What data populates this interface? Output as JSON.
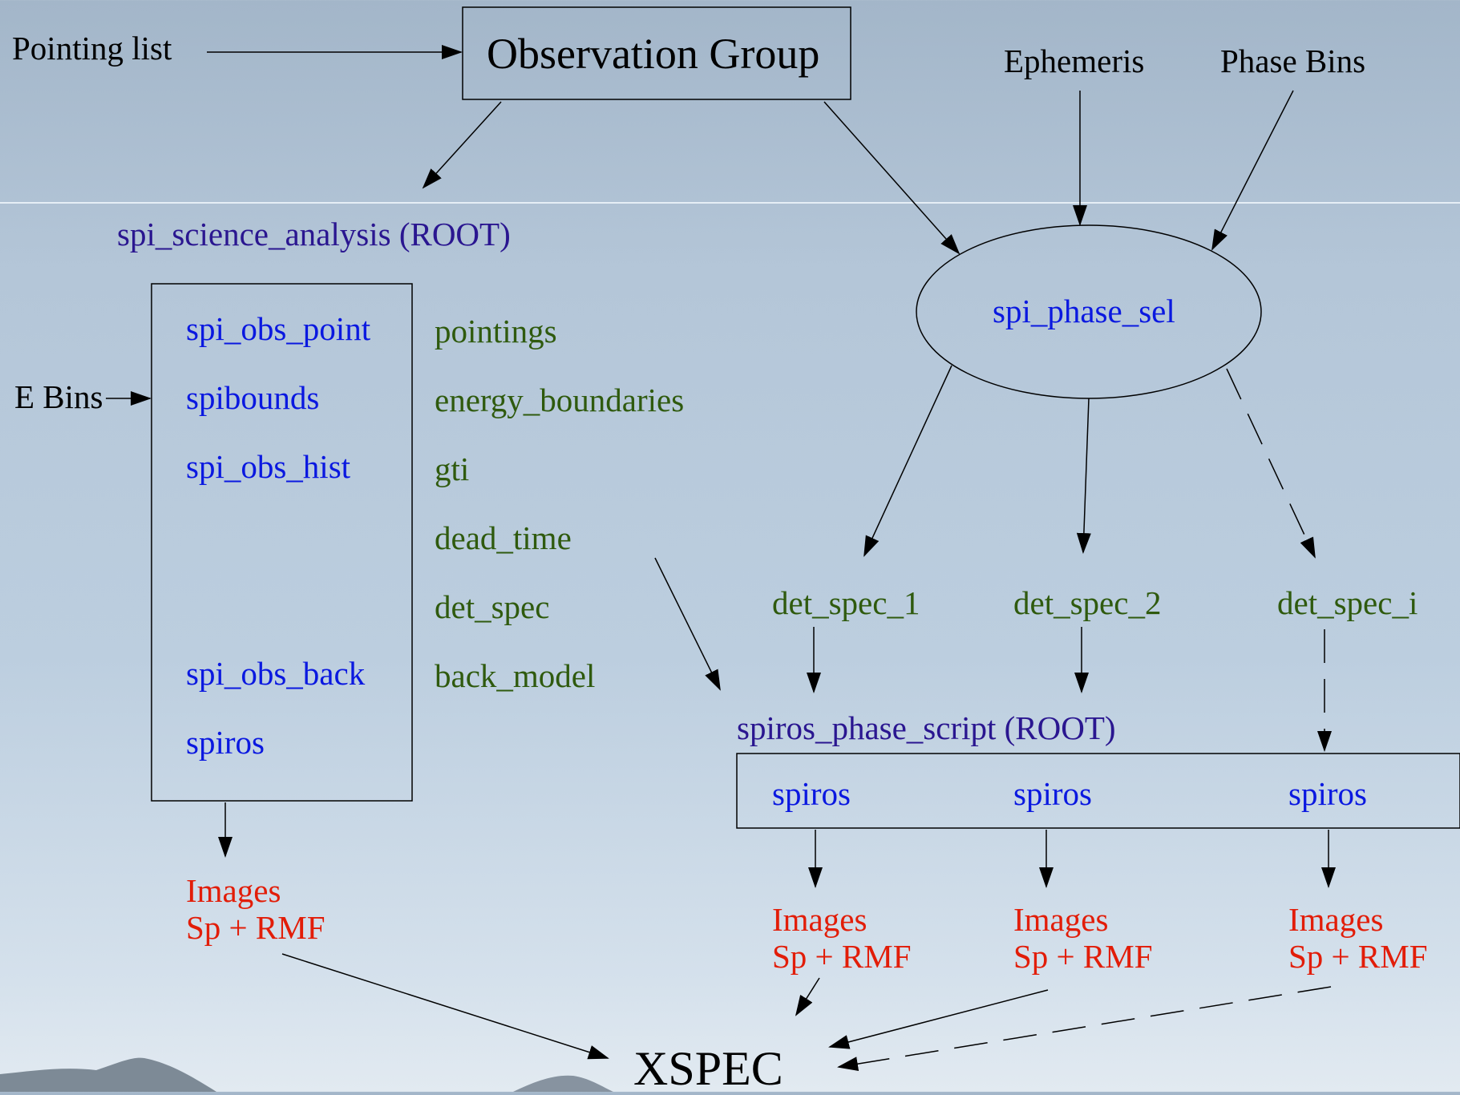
{
  "inputs": {
    "pointing_list": "Pointing list",
    "ephemeris": "Ephemeris",
    "phase_bins": "Phase Bins",
    "e_bins": "E Bins"
  },
  "observation_group": "Observation Group",
  "science_analysis": {
    "title": "spi_science_analysis (ROOT)",
    "tools": [
      "spi_obs_point",
      "spibounds",
      "spi_obs_hist",
      "spi_obs_back",
      "spiros"
    ],
    "products": [
      "pointings",
      "energy_boundaries",
      "gti",
      "dead_time",
      "det_spec",
      "back_model"
    ],
    "output_line1": "Images",
    "output_line2": "Sp + RMF"
  },
  "phase_sel": "spi_phase_sel",
  "det_specs": [
    "det_spec_1",
    "det_spec_2",
    "det_spec_i"
  ],
  "phase_script": {
    "title": "spiros_phase_script (ROOT)",
    "tools": [
      "spiros",
      "spiros",
      "spiros"
    ],
    "outputs": [
      {
        "line1": "Images",
        "line2": "Sp + RMF"
      },
      {
        "line1": "Images",
        "line2": "Sp + RMF"
      },
      {
        "line1": "Images",
        "line2": "Sp + RMF"
      }
    ]
  },
  "xspec": "XSPEC",
  "colors": {
    "tool": "#0a18e0",
    "root_title": "#2a1690",
    "product": "#2f5a0e",
    "output": "#e21d08",
    "input": "#000000"
  }
}
